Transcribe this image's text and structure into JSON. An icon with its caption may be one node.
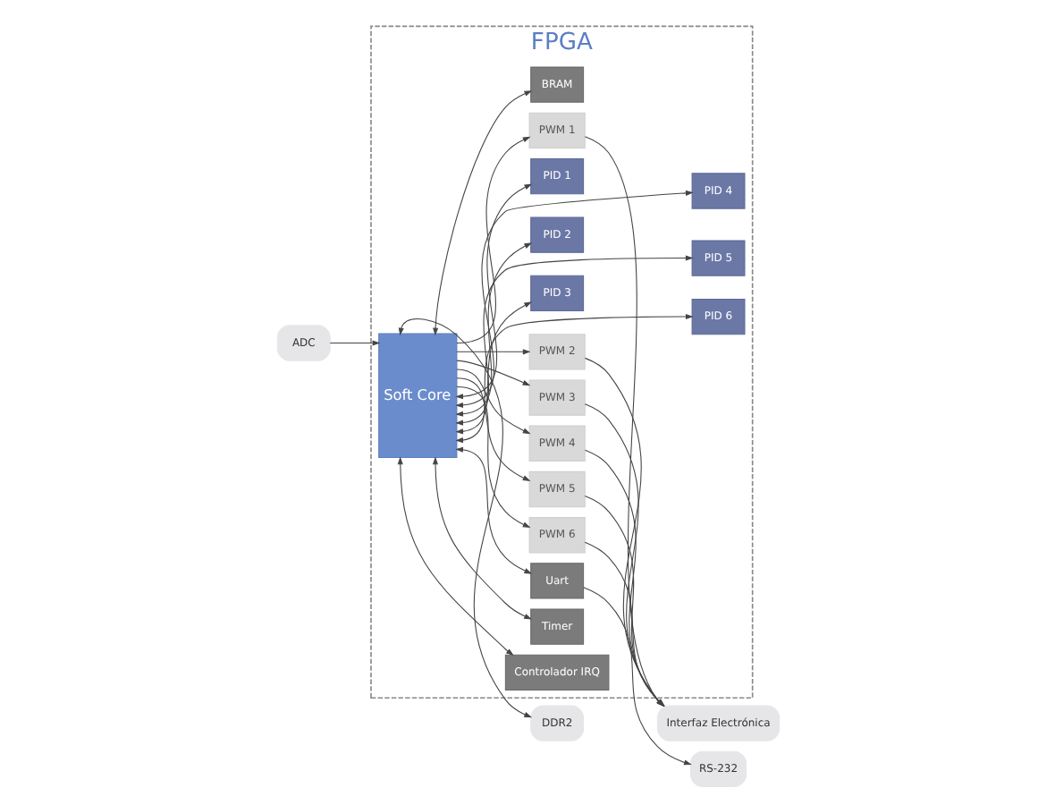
{
  "diagram": {
    "nodes": [
      {
        "text": [
          "DDR2"
        ]
      },
      {
        "text": [
          "FPGA"
        ]
      },
      {
        "text": [
          "BRAM"
        ],
        "in": 1
      },
      {
        "text": [
          "PWM 1"
        ],
        "in": 1
      },
      {
        "text": [
          "PWM 2"
        ],
        "in": 1
      },
      {
        "text": [
          "PWM 3"
        ],
        "in": 1
      },
      {
        "text": [
          "PWM 4"
        ],
        "in": 1
      },
      {
        "text": [
          "PWM 5"
        ],
        "in": 1
      },
      {
        "text": [
          "PWM 6"
        ],
        "in": 1
      },
      {
        "text": [
          "Interfaz Electrónica"
        ]
      },
      {
        "text": [
          "ADC"
        ]
      },
      {
        "text": [
          "Soft Core"
        ],
        "in": 1
      },
      {
        "text": [
          "PID 1"
        ],
        "in": 1
      },
      {
        "text": [
          "PID 4"
        ],
        "in": 1
      },
      {
        "text": [
          "PID 2"
        ],
        "in": 1
      },
      {
        "text": [
          "PID 5"
        ],
        "in": 1
      },
      {
        "text": [
          "PID 3"
        ],
        "in": 1
      },
      {
        "text": [
          "PID 6"
        ],
        "in": 1
      },
      {
        "text": [
          "Controlador IRQ"
        ],
        "in": 1
      },
      {
        "text": [
          "Timer"
        ],
        "in": 1
      },
      {
        "text": [
          "Uart"
        ],
        "in": 1
      },
      {
        "text": [
          "RS-232"
        ]
      }
    ],
    "edges": [
      {
        "from": 11,
        "to": 0,
        "arrow": "both"
      },
      {
        "from": 11,
        "to": 2,
        "arrow": "both"
      },
      {
        "from": 10,
        "to": 11,
        "arrow": "to"
      },
      {
        "from": 11,
        "to": 3,
        "arrow": "to"
      },
      {
        "from": 11,
        "to": 4,
        "arrow": "to"
      },
      {
        "from": 11,
        "to": 5,
        "arrow": "to"
      },
      {
        "from": 11,
        "to": 6,
        "arrow": "to"
      },
      {
        "from": 11,
        "to": 7,
        "arrow": "to"
      },
      {
        "from": 11,
        "to": 8,
        "arrow": "to"
      },
      {
        "from": 3,
        "to": 9,
        "arrow": "to"
      },
      {
        "from": 4,
        "to": 9,
        "arrow": "to"
      },
      {
        "from": 5,
        "to": 9,
        "arrow": "to"
      },
      {
        "from": 6,
        "to": 9,
        "arrow": "to"
      },
      {
        "from": 7,
        "to": 9,
        "arrow": "to"
      },
      {
        "from": 8,
        "to": 9,
        "arrow": "to"
      },
      {
        "from": 11,
        "to": 12,
        "arrow": "both"
      },
      {
        "from": 11,
        "to": 13,
        "arrow": "both"
      },
      {
        "from": 11,
        "to": 14,
        "arrow": "both"
      },
      {
        "from": 11,
        "to": 15,
        "arrow": "both"
      },
      {
        "from": 11,
        "to": 16,
        "arrow": "both"
      },
      {
        "from": 11,
        "to": 17,
        "arrow": "both"
      },
      {
        "from": 11,
        "to": 18,
        "arrow": "both"
      },
      {
        "from": 11,
        "to": 19,
        "arrow": "both"
      },
      {
        "from": 11,
        "to": 20,
        "arrow": "both"
      },
      {
        "from": 20,
        "to": 21,
        "arrow": "to"
      }
    ]
  }
}
